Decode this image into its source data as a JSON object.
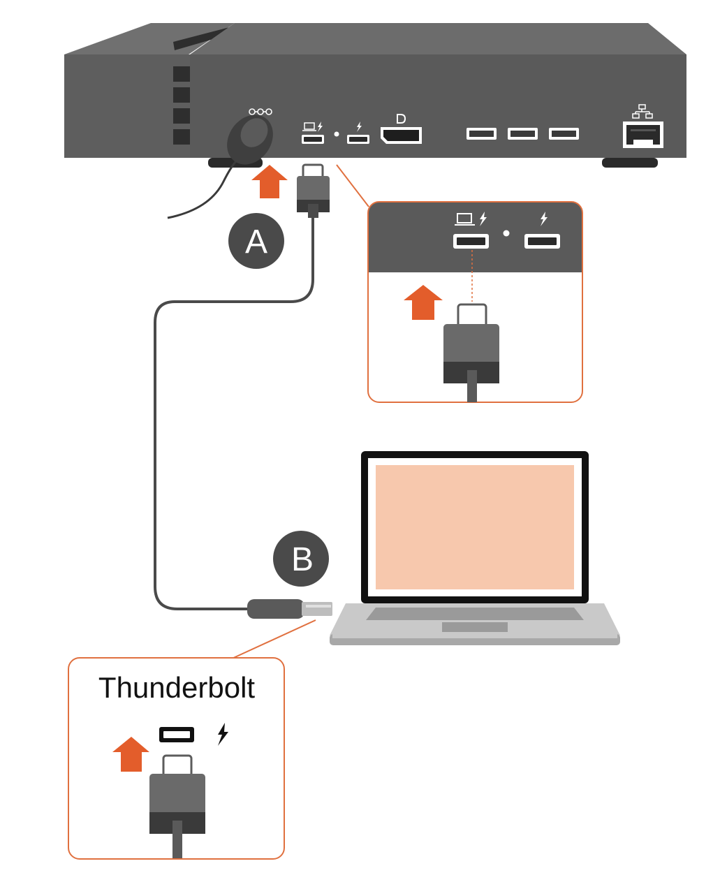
{
  "steps": {
    "a": "A",
    "b": "B"
  },
  "callout": {
    "label": "Thunderbolt"
  },
  "icons": {
    "power": "dc-power-icon",
    "thunderbolt_computer": "laptop-thunderbolt-icon",
    "thunderbolt": "thunderbolt-icon",
    "displayport": "displayport-icon",
    "network": "network-icon"
  },
  "colors": {
    "device": "#5c5c5c",
    "device_top": "#6b6b6b",
    "accent": "#e35d2b",
    "callout_border": "#e0703f",
    "screen": "#f7c8ad",
    "laptop_body": "#c9c9c9",
    "badge": "#4a4a4a"
  }
}
